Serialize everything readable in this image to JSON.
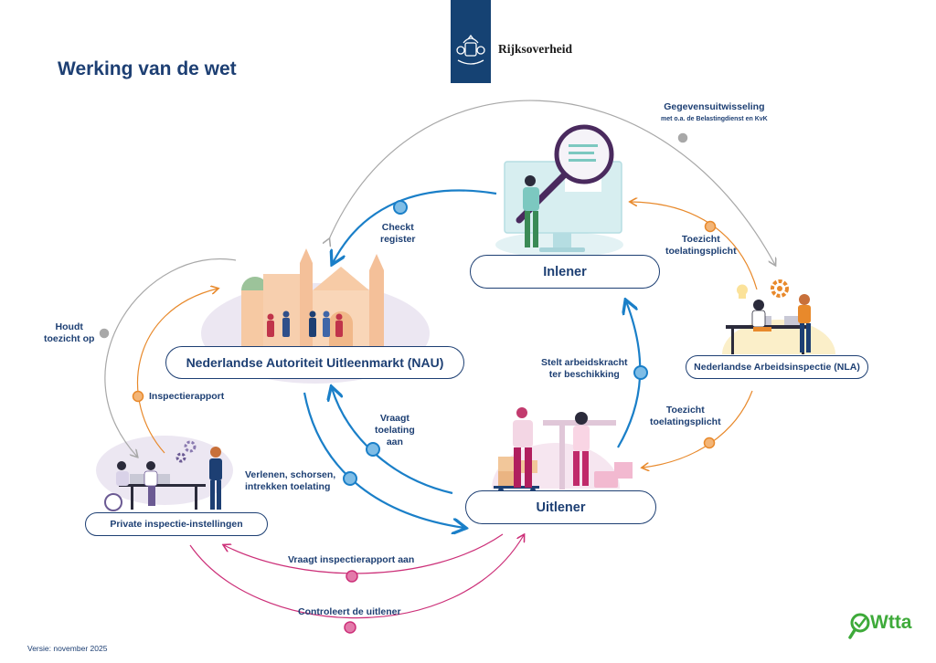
{
  "header": {
    "title": "Werking van de wet",
    "logo_text": "Rijksoverheid"
  },
  "nodes": {
    "inlener": "Inlener",
    "nau": "Nederlandse Autoriteit Uitleenmarkt (NAU)",
    "nla": "Nederlandse Arbeidsinspectie (NLA)",
    "uitlener": "Uitlener",
    "private": "Private inspectie-instellingen"
  },
  "flows": {
    "gegevens_title": "Gegevensuitwisseling",
    "gegevens_sub": "met o.a. de Belastingdienst en KvK",
    "checkt_1": "Checkt",
    "checkt_2": "register",
    "toezicht_top_1": "Toezicht",
    "toezicht_top_2": "toelatingsplicht",
    "toezicht_bottom_1": "Toezicht",
    "toezicht_bottom_2": "toelatingsplicht",
    "houdt_1": "Houdt",
    "houdt_2": "toezicht op",
    "inspectierapport": "Inspectierapport",
    "stelt_1": "Stelt arbeidskracht",
    "stelt_2": "ter beschikking",
    "vraagt_toelating_1": "Vraagt",
    "vraagt_toelating_2": "toelating",
    "vraagt_toelating_3": "aan",
    "verlenen_1": "Verlenen, schorsen,",
    "verlenen_2": "intrekken toelating",
    "vraagt_rapport": "Vraagt inspectierapport aan",
    "controleert": "Controleert de uitlener"
  },
  "footer": {
    "version": "Versie: november 2025",
    "brand": "Wtta"
  },
  "colors": {
    "navy": "#1d3f73",
    "blue": "#1a7fc8",
    "orange": "#e8892b",
    "grey": "#a8a8a8",
    "magenta": "#cc2f78",
    "green": "#3eaa3a",
    "logo_blue": "#154273"
  }
}
